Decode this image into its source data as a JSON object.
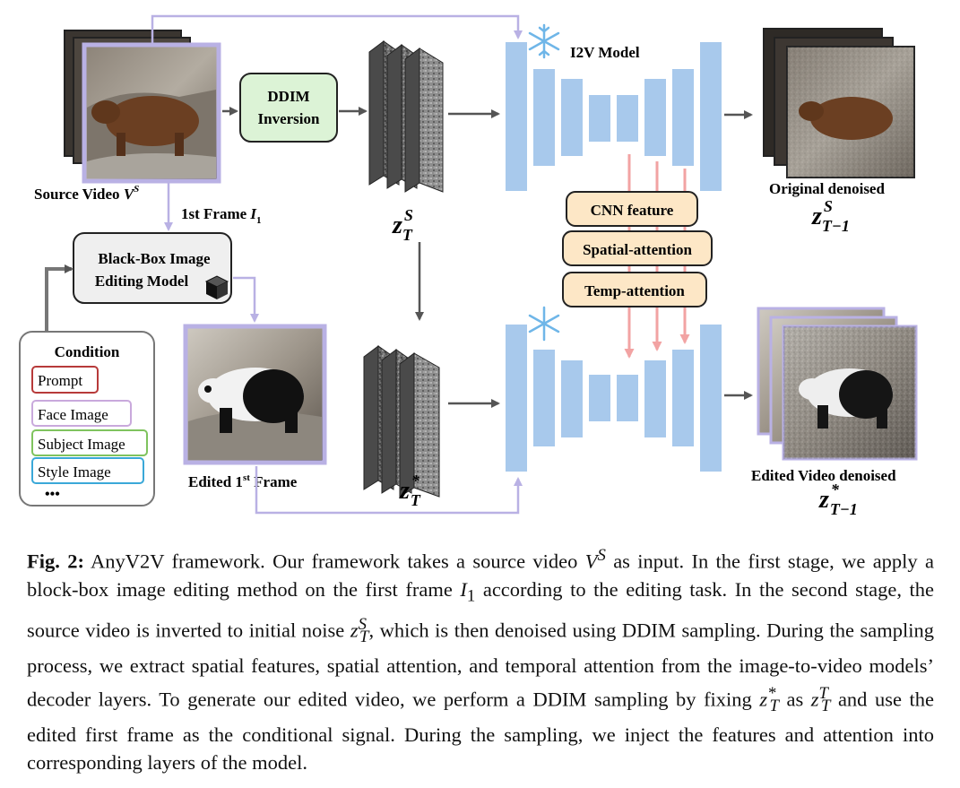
{
  "figure": {
    "source_video_label": "Source Video",
    "source_video_symbol": "V",
    "source_video_sup": "S",
    "first_frame_label": "1st Frame",
    "first_frame_symbol": "I",
    "first_frame_sub": "1",
    "ddim_line1": "DDIM",
    "ddim_line2": "Inversion",
    "z_source_main": "z",
    "z_source_sub": "T",
    "z_source_sup": "S",
    "z_edit_main": "z",
    "z_edit_sub": "T",
    "z_edit_sup": "*",
    "i2v_label": "I2V Model",
    "feature_boxes": [
      "CNN feature",
      "Spatial-attention",
      "Temp-attention"
    ],
    "original_denoised_label": "Original denoised",
    "original_z_main": "z",
    "original_z_sub": "T−1",
    "original_z_sup": "S",
    "editor_line1": "Black-Box Image",
    "editor_line2": "Editing Model",
    "edited_frame_label": "Edited 1",
    "edited_frame_sup": "st",
    "edited_frame_label2": " Frame",
    "edited_video_label": "Edited Video denoised",
    "edited_z_main": "z",
    "edited_z_sub": "T−1",
    "edited_z_sup": "*",
    "condition_title": "Condition",
    "condition_items": [
      "Prompt",
      "Face Image",
      "Subject Image",
      "Style Image"
    ],
    "condition_more": "•••",
    "colors": {
      "frame_border": "#b9b1e4",
      "unet_block": "#a8c9ec",
      "ddim_fill": "#dcf3d6",
      "feature_fill": "#fde7c6",
      "feature_arrow": "#f2a3a3",
      "prompt_border": "#b73a3a",
      "face_border": "#c9a9dc",
      "subject_border": "#7fc35e",
      "style_border": "#3aa8d8"
    }
  },
  "caption": {
    "fig_label": "Fig. 2:",
    "text1": " AnyV2V framework. Our framework takes a source video ",
    "v": "V",
    "v_sup": "S",
    "text2": " as input. In the first stage, we apply a block-box image editing method on the first frame ",
    "i1": "I",
    "i1_sub": "1",
    "text3": " according to the editing task. In the second stage, the source video is inverted to initial noise ",
    "z1": "z",
    "z1_sup": "S",
    "z1_sub": "T",
    "text4": ", which is then denoised using DDIM sampling. During the sampling process, we extract spatial features, spatial attention, and temporal attention from the image-to-video models’ decoder layers. To generate our edited video, we perform a DDIM sampling by fixing ",
    "z2": "z",
    "z2_sup": "*",
    "z2_sub": "T",
    "text5": " as ",
    "z3": "z",
    "z3_sup": "T",
    "z3_sub": "T",
    "text6": " and use the edited first frame as the conditional signal. During the sampling, we inject the features and attention into corresponding layers of the model."
  }
}
